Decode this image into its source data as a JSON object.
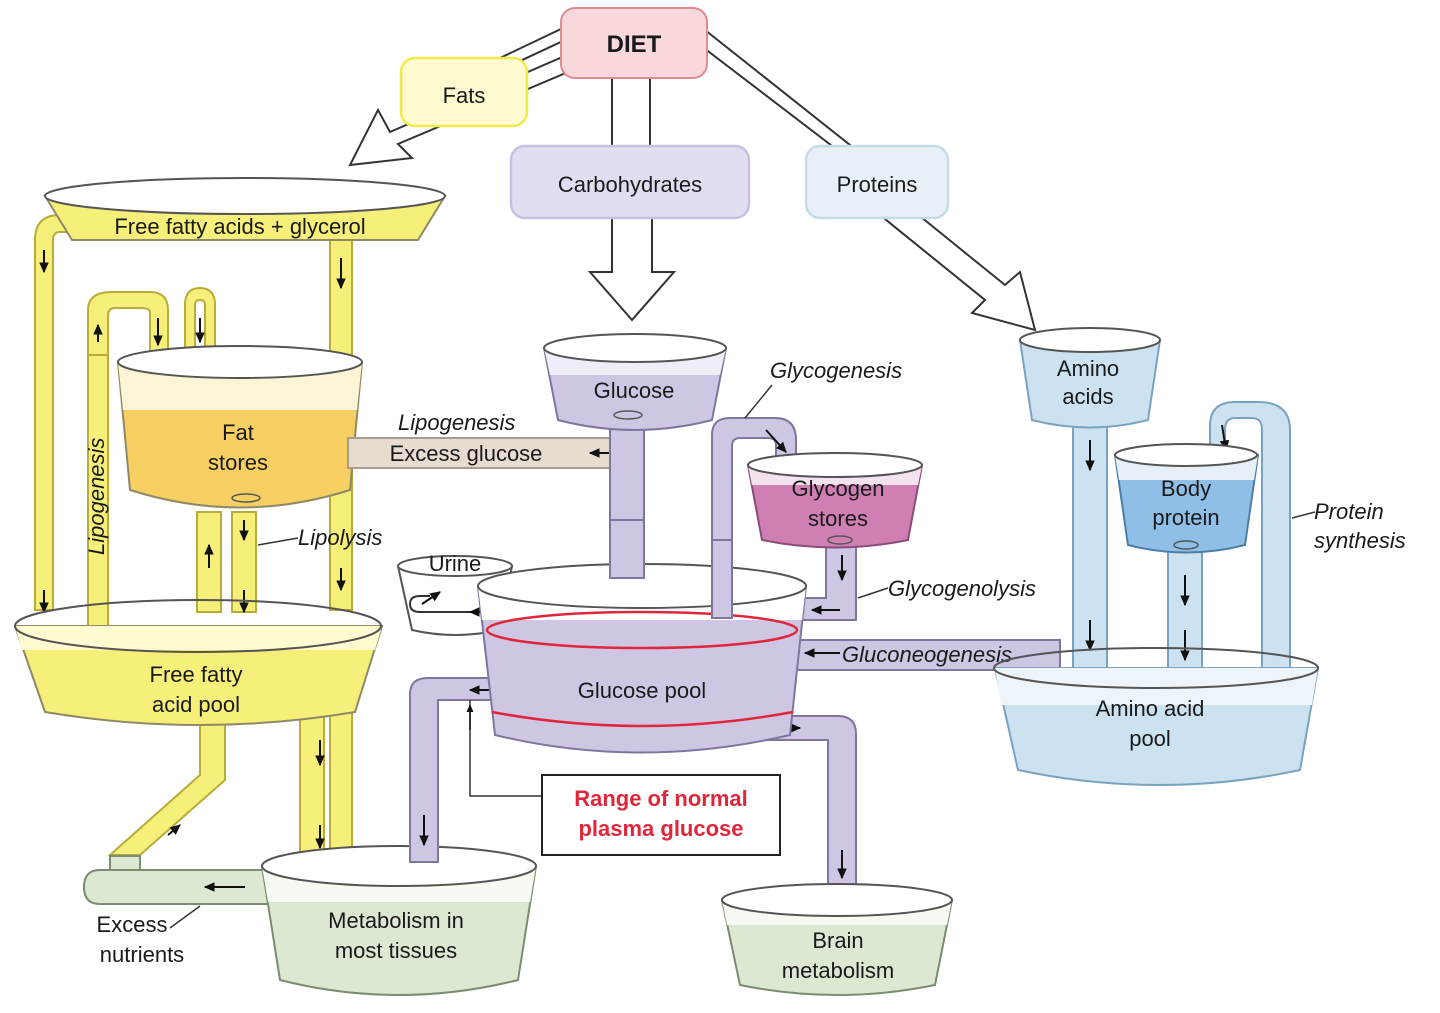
{
  "diet": "DIET",
  "fats": "Fats",
  "carbohydrates": "Carbohydrates",
  "proteins": "Proteins",
  "ffa_glycerol": "Free fatty acids + glycerol",
  "fat_stores": [
    "Fat",
    "stores"
  ],
  "lipogenesis_vertical": "Lipogenesis",
  "lipogenesis": "Lipogenesis",
  "excess_glucose": "Excess glucose",
  "lipolysis": "Lipolysis",
  "ffa_pool": [
    "Free fatty",
    "acid pool"
  ],
  "excess_nutrients": [
    "Excess",
    "nutrients"
  ],
  "metabolism_tissues": [
    "Metabolism in",
    "most tissues"
  ],
  "glucose": "Glucose",
  "glycogenesis": "Glycogenesis",
  "glycogen_stores": [
    "Glycogen",
    "stores"
  ],
  "glycogenolysis": "Glycogenolysis",
  "urine": "Urine",
  "glucose_pool": "Glucose pool",
  "gluconeogenesis": "Gluconeogenesis",
  "range_normal": [
    "Range of normal",
    "plasma glucose"
  ],
  "brain_metabolism": [
    "Brain",
    "metabolism"
  ],
  "amino_acids": [
    "Amino",
    "acids"
  ],
  "body_protein": [
    "Body",
    "protein"
  ],
  "protein_synthesis": [
    "Protein",
    "synthesis"
  ],
  "amino_acid_pool": [
    "Amino acid",
    "pool"
  ],
  "colors": {
    "fat": "#f6ef7a",
    "fat_stores": "#f7cf62",
    "glucose": "#cfc6e4",
    "glycogen": "#cf7fb4",
    "protein": "#cde2f0",
    "body_protein": "#8fbfe6",
    "nutrient": "#dce8d2",
    "range_red": "#e0263a"
  }
}
